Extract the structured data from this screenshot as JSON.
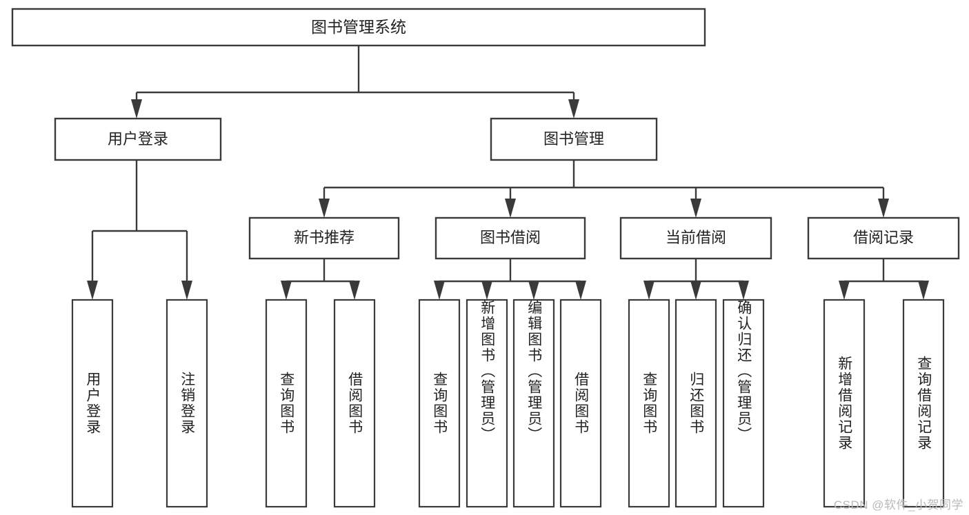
{
  "diagram": {
    "title": "图书管理系统",
    "type": "tree-hierarchy-diagram",
    "colors": {
      "box_stroke": "#3a3a3a",
      "box_fill": "#ffffff",
      "text": "#222222",
      "background": "#ffffff",
      "watermark": "#b9b9b9"
    },
    "root": {
      "label": "图书管理系统"
    },
    "level2": [
      {
        "id": "user-login",
        "label": "用户登录"
      },
      {
        "id": "book-management",
        "label": "图书管理"
      }
    ],
    "level3": [
      {
        "id": "new-book-recommend",
        "label": "新书推荐",
        "parent": "book-management"
      },
      {
        "id": "book-borrow",
        "label": "图书借阅",
        "parent": "book-management"
      },
      {
        "id": "current-borrow",
        "label": "当前借阅",
        "parent": "book-management"
      },
      {
        "id": "borrow-record",
        "label": "借阅记录",
        "parent": "book-management"
      }
    ],
    "leaves": [
      {
        "id": "leaf-user-login",
        "label": "用户登录",
        "parent": "user-login"
      },
      {
        "id": "leaf-logout",
        "label": "注销登录",
        "parent": "user-login"
      },
      {
        "id": "leaf-query-book-1",
        "label": "查询图书",
        "parent": "new-book-recommend"
      },
      {
        "id": "leaf-borrow-book-1",
        "label": "借阅图书",
        "parent": "new-book-recommend"
      },
      {
        "id": "leaf-query-book-2",
        "label": "查询图书",
        "parent": "book-borrow"
      },
      {
        "id": "leaf-add-book",
        "label": "新增图书（管理员）",
        "parent": "book-borrow"
      },
      {
        "id": "leaf-edit-book",
        "label": "编辑图书（管理员）",
        "parent": "book-borrow"
      },
      {
        "id": "leaf-borrow-book-2",
        "label": "借阅图书",
        "parent": "book-borrow"
      },
      {
        "id": "leaf-query-book-3",
        "label": "查询图书",
        "parent": "current-borrow"
      },
      {
        "id": "leaf-return-book",
        "label": "归还图书",
        "parent": "current-borrow"
      },
      {
        "id": "leaf-confirm-return",
        "label": "确认归还（管理员）",
        "parent": "current-borrow"
      },
      {
        "id": "leaf-add-record",
        "label": "新增借阅记录",
        "parent": "borrow-record"
      },
      {
        "id": "leaf-query-record",
        "label": "查询借阅记录",
        "parent": "borrow-record"
      }
    ],
    "watermark": "CSDN @软件_小贺同学"
  }
}
